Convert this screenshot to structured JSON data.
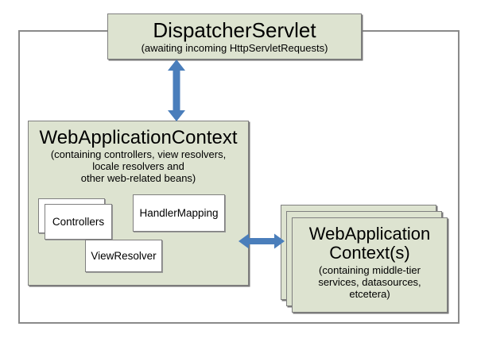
{
  "colors": {
    "box_fill": "#dde3d0",
    "box_border": "#7f7f7f",
    "arrow_blue": "#4a7ebb",
    "outer_border": "#8a8a8a"
  },
  "dispatcher_servlet": {
    "title": "DispatcherServlet",
    "subtitle": "(awaiting incoming HttpServletRequests)"
  },
  "web_application_context": {
    "title": "WebApplicationContext",
    "subtitle_lines": [
      "(containing controllers, view resolvers,",
      "locale resolvers and",
      "other web-related beans)"
    ],
    "beans": {
      "controllers": "Controllers",
      "handler_mapping": "HandlerMapping",
      "view_resolver": "ViewResolver"
    }
  },
  "middle_tier_contexts": {
    "title_lines": [
      "WebApplication",
      "Context(s)"
    ],
    "subtitle_lines": [
      "(containing middle-tier",
      "services, datasources,",
      "etcetera)"
    ]
  },
  "icons": {
    "vertical_arrow": "double-headed-arrow-vertical",
    "horizontal_arrow": "double-headed-arrow-horizontal"
  }
}
